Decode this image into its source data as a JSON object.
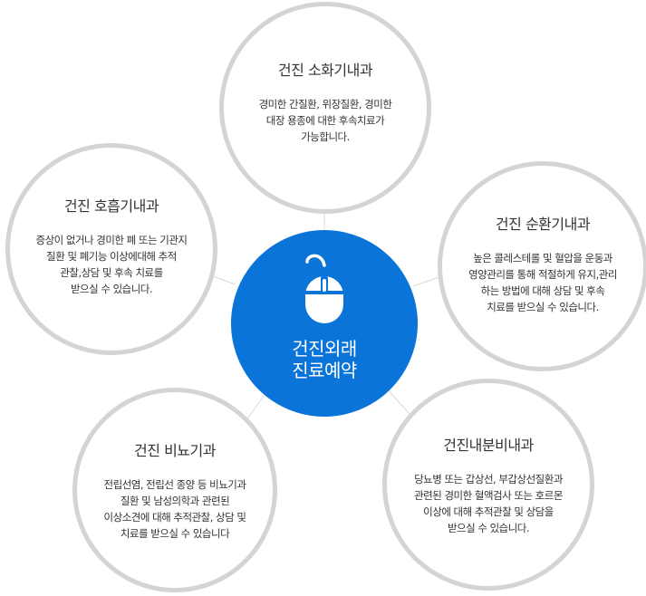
{
  "center": {
    "label_lines": [
      "건진외래",
      "진료예약"
    ],
    "icon": "mouse-icon",
    "color": "#0a74d9"
  },
  "departments": {
    "digestive": {
      "title": "건진 소화기내과",
      "desc_lines": [
        "경미한 간질환, 위장질환, 경미한",
        "대장 용종에 대한 후속치료가",
        "가능합니다."
      ]
    },
    "respiratory": {
      "title": "건진 호흡기내과",
      "desc_lines": [
        "증상이 없거나 경미한 폐 또는 기관지",
        "질환 및 폐기능 이상에대해 추적",
        "관찰,상담 및 후속 치료를",
        "받으실 수 있습니다."
      ]
    },
    "cardiology": {
      "title": "건진 순환기내과",
      "desc_lines": [
        "높은 콜레스테롤 및 혈압을 운동과",
        "영양관리를 통해 적절하게 유지,관리",
        "하는 방법에 대해 상담 및 후속",
        "치료를 받으실 수 있습니다."
      ]
    },
    "urology": {
      "title": "건진 비뇨기과",
      "desc_lines": [
        "전립선염, 전립선 종양 등 비뇨기과",
        "질환 및 남성의학과 관련된",
        "이상소견에 대해 추적관찰, 상담 및",
        "치료를 받으실 수 있습니다"
      ]
    },
    "endocrinology": {
      "title": "건진내분비내과",
      "desc_lines": [
        "당뇨병 또는 갑상선, 부갑상선질환과",
        "관련된 경미한 혈액검사 또는 호르몬",
        "이상에 대해 추적관찰 및 상담을",
        "받으실 수 있습니다."
      ]
    }
  },
  "colors": {
    "ring": "#d4d4d4",
    "connector": "#d9d9d9",
    "text": "#333333"
  }
}
